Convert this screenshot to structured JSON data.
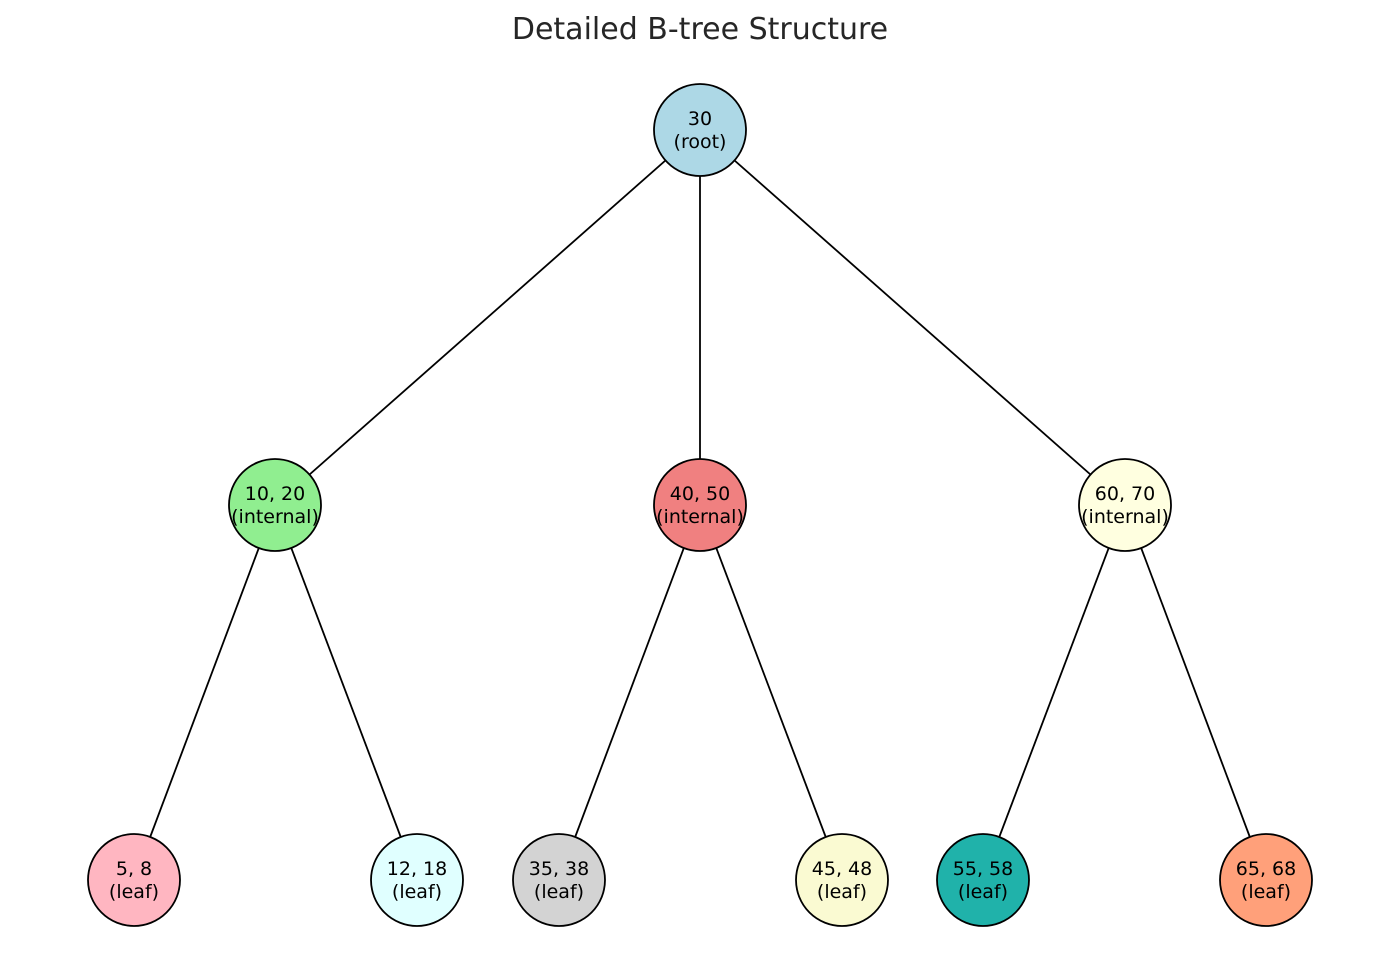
{
  "title": "Detailed B-tree Structure",
  "nodes": [
    {
      "id": "root",
      "keys": "30",
      "role": "(root)",
      "color": "#add8e6"
    },
    {
      "id": "internal-10-20",
      "keys": "10, 20",
      "role": "(internal)",
      "color": "#90ee90"
    },
    {
      "id": "internal-40-50",
      "keys": "40, 50",
      "role": "(internal)",
      "color": "#f08080"
    },
    {
      "id": "internal-60-70",
      "keys": "60, 70",
      "role": "(internal)",
      "color": "#ffffe0"
    },
    {
      "id": "leaf-5-8",
      "keys": "5, 8",
      "role": "(leaf)",
      "color": "#ffb6c1"
    },
    {
      "id": "leaf-12-18",
      "keys": "12, 18",
      "role": "(leaf)",
      "color": "#e0ffff"
    },
    {
      "id": "leaf-35-38",
      "keys": "35, 38",
      "role": "(leaf)",
      "color": "#d3d3d3"
    },
    {
      "id": "leaf-45-48",
      "keys": "45, 48",
      "role": "(leaf)",
      "color": "#fafad2"
    },
    {
      "id": "leaf-55-58",
      "keys": "55, 58",
      "role": "(leaf)",
      "color": "#20b2aa"
    },
    {
      "id": "leaf-65-68",
      "keys": "65, 68",
      "role": "(leaf)",
      "color": "#ffa07a"
    }
  ],
  "edges": [
    [
      "root",
      "internal-10-20"
    ],
    [
      "root",
      "internal-40-50"
    ],
    [
      "root",
      "internal-60-70"
    ],
    [
      "internal-10-20",
      "leaf-5-8"
    ],
    [
      "internal-10-20",
      "leaf-12-18"
    ],
    [
      "internal-40-50",
      "leaf-35-38"
    ],
    [
      "internal-40-50",
      "leaf-45-48"
    ],
    [
      "internal-60-70",
      "leaf-55-58"
    ],
    [
      "internal-60-70",
      "leaf-65-68"
    ]
  ]
}
